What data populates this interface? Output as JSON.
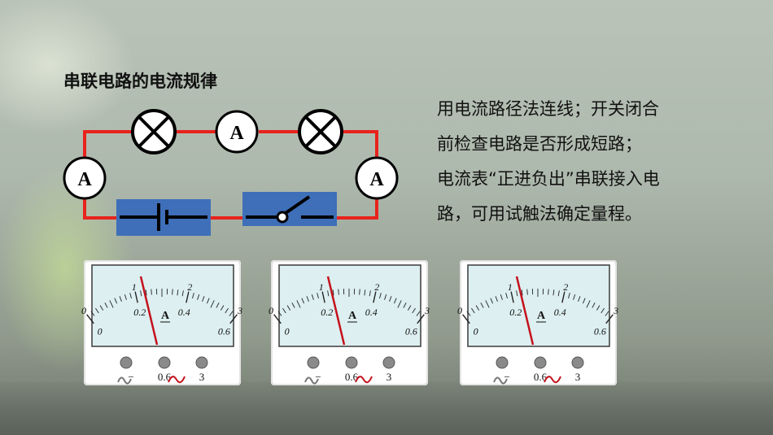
{
  "title": "串联电路的电流规律",
  "description": [
    "用电流路径法连线；开关闭合",
    "前检查电路是否形成短路；",
    "电流表“正进负出”串联接入电",
    "路，可用试触法确定量程。"
  ],
  "circuit": {
    "ammeter_symbol": "A",
    "wire_color": "#e8231d",
    "battery_box_color": "#3e6fb8"
  },
  "meter": {
    "unit": "A",
    "top_scale": [
      "0",
      "1",
      "2",
      "3"
    ],
    "bottom_scale": [
      "0",
      "0.2",
      "0.4",
      "0.6"
    ],
    "terminals": [
      "−",
      "0.6",
      "3"
    ],
    "needle_color": "#c4111b"
  },
  "meters_count": 3
}
